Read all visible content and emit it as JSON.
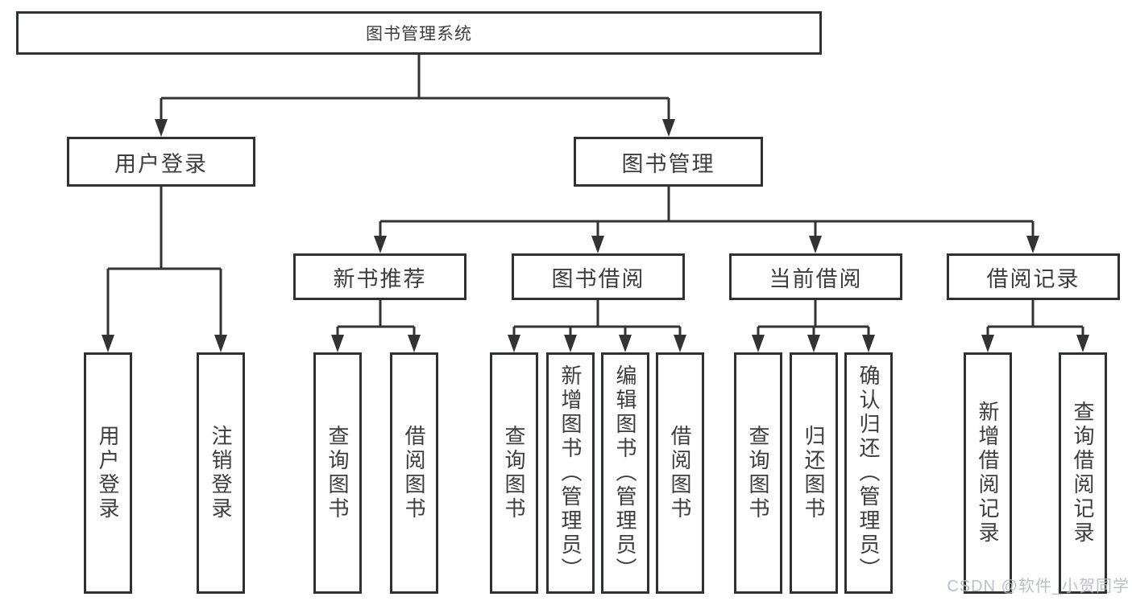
{
  "colors": {
    "box_border": "#2f3133",
    "text": "#3d3d3d",
    "line": "#333333",
    "background": "#ffffff",
    "watermark": "#b4bac3"
  },
  "watermark": {
    "text": "CSDN @软件_小贺同学"
  },
  "diagram": {
    "root": {
      "label": "图书管理系统"
    },
    "login": {
      "label": "用户登录",
      "children": [
        {
          "label": "用户登录"
        },
        {
          "label": "注销登录"
        }
      ]
    },
    "management": {
      "label": "图书管理",
      "children": [
        {
          "label": "新书推荐",
          "children": [
            {
              "label": "查询图书"
            },
            {
              "label": "借阅图书"
            }
          ]
        },
        {
          "label": "图书借阅",
          "children": [
            {
              "label": "查询图书"
            },
            {
              "label": "新增图书（管理员）"
            },
            {
              "label": "编辑图书（管理员）"
            },
            {
              "label": "借阅图书"
            }
          ]
        },
        {
          "label": "当前借阅",
          "children": [
            {
              "label": "查询图书"
            },
            {
              "label": "归还图书"
            },
            {
              "label": "确认归还（管理员）"
            }
          ]
        },
        {
          "label": "借阅记录",
          "children": [
            {
              "label": "新增借阅记录"
            },
            {
              "label": "查询借阅记录"
            }
          ]
        }
      ]
    }
  }
}
